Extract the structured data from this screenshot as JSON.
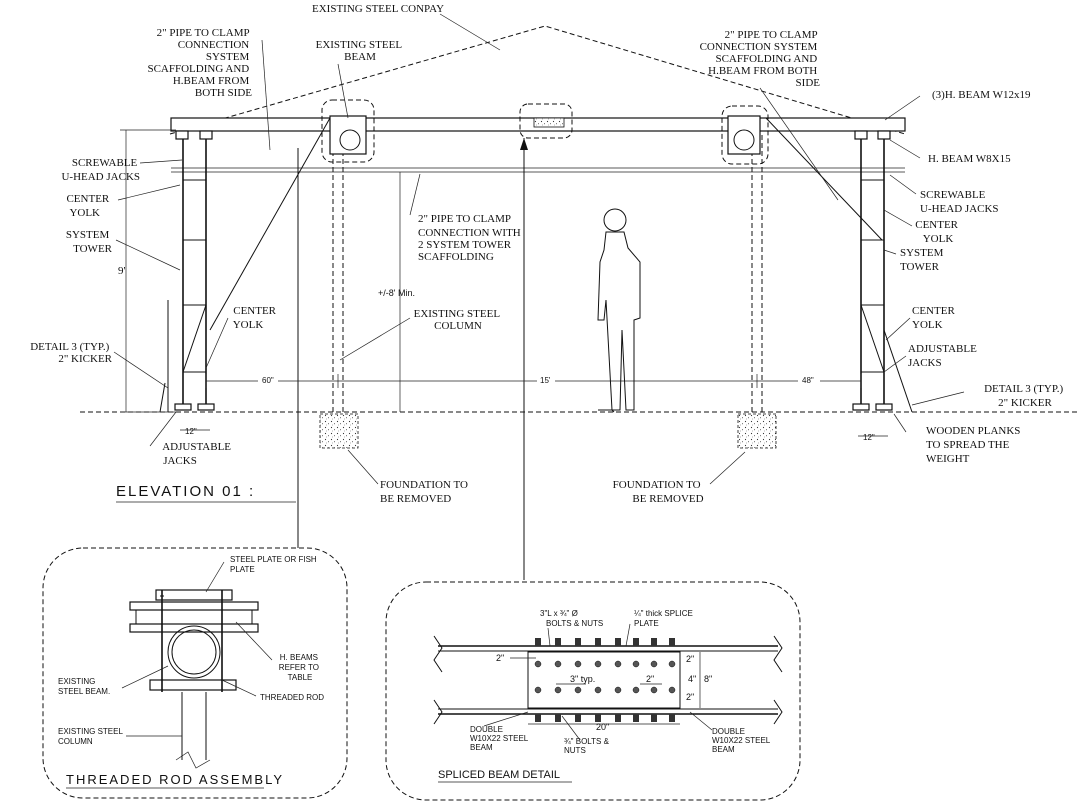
{
  "elevation": {
    "title": "ELEVATION  01  :",
    "labels": {
      "canopy": "EXISTING STEEL CONPAY",
      "pipe_left": [
        "2\" PIPE TO CLAMP",
        "CONNECTION",
        "SYSTEM",
        "SCAFFOLDING AND",
        "H.BEAM FROM",
        "BOTH SIDE"
      ],
      "existing_beam": [
        "EXISTING STEEL",
        "BEAM"
      ],
      "pipe_right": [
        "2\" PIPE TO CLAMP",
        "CONNECTION  SYSTEM",
        "SCAFFOLDING AND",
        "H.BEAM FROM BOTH",
        "SIDE"
      ],
      "h_beam_top": "(3)H. BEAM W12x19",
      "h_beam_w8": "H. BEAM W8X15",
      "uhead_left": [
        "SCREWABLE",
        "U-HEAD JACKS"
      ],
      "uhead_right": [
        "SCREWABLE",
        "U-HEAD JACKS"
      ],
      "center_yolk_left_top": [
        "CENTER",
        "YOLK"
      ],
      "center_yolk_right_top": [
        "CENTER",
        "YOLK"
      ],
      "system_tower_left": [
        "SYSTEM",
        "TOWER"
      ],
      "system_tower_right": [
        "SYSTEM",
        "TOWER"
      ],
      "pipe_mid": [
        "2\" PIPE TO CLAMP",
        "CONNECTION WITH",
        "2 SYSTEM TOWER",
        "SCAFFOLDING"
      ],
      "height_min": "+/-8' Min.",
      "existing_column": [
        "EXISTING STEEL",
        "COLUMN"
      ],
      "center_yolk_left_bot": [
        "CENTER",
        "YOLK"
      ],
      "center_yolk_right_bot": [
        "CENTER",
        "YOLK"
      ],
      "detail3_left": [
        "DETAIL 3 (TYP.)",
        "2\" KICKER"
      ],
      "detail3_right": [
        "DETAIL 3 (TYP.)",
        "2\" KICKER"
      ],
      "adj_jacks_left": [
        "ADJUSTABLE",
        "JACKS"
      ],
      "adj_jacks_right": [
        "ADJUSTABLE",
        "JACKS"
      ],
      "wooden_planks": [
        "WOODEN PLANKS",
        "TO SPREAD THE",
        "WEIGHT"
      ],
      "foundation_left": [
        "FOUNDATION TO",
        "BE REMOVED"
      ],
      "foundation_right": [
        "FOUNDATION TO",
        "BE REMOVED"
      ]
    },
    "dims": {
      "height": "9'",
      "span_left": "60\"",
      "span_mid": "15'",
      "span_right": "48\"",
      "base_left": "12\"",
      "base_right": "12\""
    }
  },
  "threaded_rod": {
    "title": "THREADED ROD ASSEMBLY",
    "labels": {
      "plate": [
        "STEEL PLATE OR FISH",
        "PLATE"
      ],
      "h_beams": [
        "H. BEAMS",
        "REFER TO",
        "TABLE"
      ],
      "existing_beam": [
        "EXISTING",
        "STEEL BEAM."
      ],
      "threaded_rod": "THREADED ROD",
      "existing_column": [
        "EXISTING STEEL",
        "COLUMN"
      ]
    }
  },
  "spliced_beam": {
    "title": "SPLICED BEAM DETAIL",
    "labels": {
      "bolts_top": [
        "3\"L x ¾\" Ø",
        "BOLTS & NUTS"
      ],
      "splice_plate": [
        "¼\" thick SPLICE",
        "PLATE"
      ],
      "dim_2_left": "2\"",
      "dim_3_typ": "3\" typ.",
      "dim_2_mid": "2\"",
      "dim_2_r1": "2\"",
      "dim_4": "4\"",
      "dim_8": "8\"",
      "dim_2_r2": "2\"",
      "dim_20": "20\"",
      "double_left": [
        "DOUBLE",
        "W10X22 STEEL",
        "BEAM"
      ],
      "bolts_bottom": [
        "¾\" BOLTS &",
        "NUTS"
      ],
      "double_right": [
        "DOUBLE",
        "W10X22 STEEL",
        "BEAM"
      ]
    }
  }
}
